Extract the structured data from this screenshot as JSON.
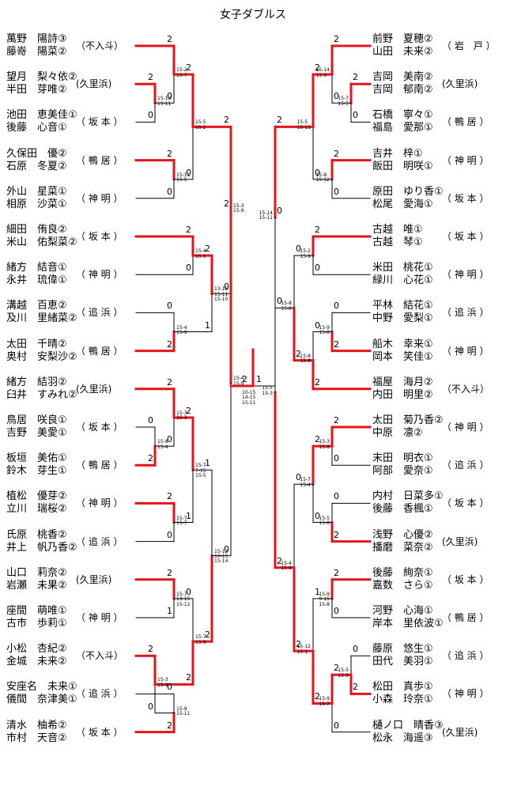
{
  "title": "女子ダブルス",
  "left": [
    {
      "p1": "萬野　陽詩③",
      "p2": "藤嵜　陽菜②",
      "school": "（不入斗）"
    },
    {
      "p1": "望月　梨々依②",
      "p2": "半田　芽唯②",
      "school": "(久里浜)"
    },
    {
      "p1": "池田　恵美佳①",
      "p2": "後藤　心音①",
      "school": "（ 坂 本 ）"
    },
    {
      "p1": "久保田　優②",
      "p2": "石原　冬夏②",
      "school": "（ 鴨 居 ）"
    },
    {
      "p1": "外山　星菜①",
      "p2": "相原　沙菜①",
      "school": "（ 神 明 ）"
    },
    {
      "p1": "細田　侑良②",
      "p2": "米山　佑梨菜②",
      "school": "（ 坂 本 ）"
    },
    {
      "p1": "緒方　結音①",
      "p2": "永井　琉偉①",
      "school": "（ 神 明 ）"
    },
    {
      "p1": "溝越　百恵②",
      "p2": "及川　里緒菜②",
      "school": "（ 追 浜 ）"
    },
    {
      "p1": "太田　千晴②",
      "p2": "奥村　安梨沙②",
      "school": "（ 鴨 居 ）"
    },
    {
      "p1": "緒方　結羽②",
      "p2": "臼井　すみれ②",
      "school": "(久里浜)"
    },
    {
      "p1": "鳥居　咲良①",
      "p2": "吉野　美愛①",
      "school": "（ 坂 本 ）"
    },
    {
      "p1": "板垣　美佑①",
      "p2": "鈴木　芽生①",
      "school": "（ 鴨 居 ）"
    },
    {
      "p1": "植松　優芽②",
      "p2": "立川　瑞桜②",
      "school": "（ 神 明 ）"
    },
    {
      "p1": "氏原　桃香②",
      "p2": "井上　帆乃香②",
      "school": "（ 追 浜 ）"
    },
    {
      "p1": "山口　莉奈②",
      "p2": "岩瀬　未果②",
      "school": "(久里浜)"
    },
    {
      "p1": "座間　萌唯①",
      "p2": "古市　歩莉①",
      "school": "（ 神 明 ）"
    },
    {
      "p1": "小松　杏紀②",
      "p2": "金城　未来②",
      "school": "（不入斗）"
    },
    {
      "p1": "安座名　未来①",
      "p2": "儀間　奈津美①",
      "school": "（ 追 浜 ）"
    },
    {
      "p1": "清水　柚希②",
      "p2": "市村　天音②",
      "school": "（ 坂 本 ）"
    }
  ],
  "right": [
    {
      "p1": "前野　夏穂②",
      "p2": "山田　未来②",
      "school": "（ 岩　戸 ）"
    },
    {
      "p1": "吉岡　美南②",
      "p2": "吉岡　郁南②",
      "school": "(久里浜)"
    },
    {
      "p1": "石橋　寧々①",
      "p2": "福島　愛那①",
      "school": "（ 鴨 居 ）"
    },
    {
      "p1": "吉井　梓①",
      "p2": "飯田　明咲①",
      "school": "（ 神 明 ）"
    },
    {
      "p1": "原田　ゆり香①",
      "p2": "松尾　愛海①",
      "school": "（ 坂 本 ）"
    },
    {
      "p1": "古越　唯①",
      "p2": "古越　琴①",
      "school": "（ 坂 本 ）"
    },
    {
      "p1": "米田　桃花①",
      "p2": "緑川　心花①",
      "school": "（ 神 明 ）"
    },
    {
      "p1": "平林　結花①",
      "p2": "中野　愛梨①",
      "school": "（ 追 浜 ）"
    },
    {
      "p1": "船木　幸来①",
      "p2": "岡本　笑佳①",
      "school": "（ 神 明 ）"
    },
    {
      "p1": "福屋　海月②",
      "p2": "内田　明里②",
      "school": "（不入斗）"
    },
    {
      "p1": "太田　菊乃香②",
      "p2": "中原　凛②",
      "school": "（ 神 明 ）"
    },
    {
      "p1": "末田　明衣①",
      "p2": "阿部　愛奈①",
      "school": "（ 追 浜 ）"
    },
    {
      "p1": "内村　日菜多①",
      "p2": "後藤　香楓①",
      "school": "（ 坂 本 ）"
    },
    {
      "p1": "浅野　心優②",
      "p2": "播磨　菜奈②",
      "school": "(久里浜)"
    },
    {
      "p1": "後藤　絢奈①",
      "p2": "嘉数　さら①",
      "school": "（ 坂 本 ）"
    },
    {
      "p1": "河野　心海①",
      "p2": "岸本　里依波①",
      "school": "（ 鴨 居 ）"
    },
    {
      "p1": "藤原　悠生①",
      "p2": "田代　美羽①",
      "school": "（ 追 浜 ）"
    },
    {
      "p1": "松田　真歩①",
      "p2": "小森　玲奈①",
      "school": "（ 神 明 ）"
    },
    {
      "p1": "樋ノ口　晴香③",
      "p2": "松永　海遥③",
      "school": "(久里浜)"
    }
  ],
  "colors": {
    "win": "#e4141b",
    "loss": "#000000"
  },
  "matches": [
    {
      "id": "L1",
      "pts": [
        "2",
        "0"
      ],
      "sc": "15-2\n15-7"
    },
    {
      "id": "L2",
      "pts": [
        "2",
        "0"
      ],
      "sc": "15-13\n15-11"
    },
    {
      "id": "L3",
      "pts": [
        "2",
        "0"
      ],
      "sc": "15-5\n15-2"
    },
    {
      "id": "L4",
      "pts": [
        "2",
        "0"
      ],
      "sc": "15-11\n15-5"
    },
    {
      "id": "L5",
      "pts": [
        "2",
        "0"
      ],
      "sc": "15-4\n15-5"
    },
    {
      "id": "L6",
      "pts": [
        "2",
        "1"
      ],
      "sc": "13-15\n15-11\n15-10"
    },
    {
      "id": "L7",
      "pts": [
        "0",
        "2"
      ],
      "sc": "15-4\n15-9"
    },
    {
      "id": "L8",
      "pts": [
        "2",
        "0"
      ],
      "sc": "15-3\n15-9"
    },
    {
      "id": "L9",
      "pts": [
        "2",
        "0"
      ],
      "sc": "15-3\n15-3"
    },
    {
      "id": "L10",
      "pts": [
        "0",
        "2"
      ],
      "sc": "15-8\n15-4"
    },
    {
      "id": "L11",
      "pts": [
        "2",
        "1"
      ],
      "sc": "15-7\n7-15\n15-5"
    },
    {
      "id": "L12",
      "pts": [
        "2",
        "0"
      ],
      "sc": "15-7\n15-7"
    },
    {
      "id": "L13",
      "pts": [
        "1",
        "2"
      ],
      "sc": "15-12\n10-15\n15-14"
    },
    {
      "id": "L14",
      "pts": [
        "2",
        "1"
      ],
      "sc": "15-7\n13-15\n15-12"
    },
    {
      "id": "L15",
      "pts": [
        "0",
        "2"
      ],
      "sc": "15-7\n15-9"
    },
    {
      "id": "L16",
      "pts": [
        "2",
        "0"
      ],
      "sc": "15-3\n15-9"
    },
    {
      "id": "L17",
      "pts": [
        "0",
        "2"
      ],
      "sc": "15-9\n15-11"
    },
    {
      "id": "L18",
      "pts": [
        "2",
        "0"
      ],
      "sc": "15-4\n15-9"
    },
    {
      "id": "F",
      "pts": [
        "2",
        "1"
      ],
      "sc": "10-15\n14-15\n15-11"
    },
    {
      "id": "R1",
      "pts": [
        "2",
        "0"
      ],
      "sc": "15-14\n15-9"
    },
    {
      "id": "R2",
      "pts": [
        "2",
        "0"
      ],
      "sc": "15-7\n15-5"
    },
    {
      "id": "R3",
      "pts": [
        "2",
        "0"
      ],
      "sc": "15-5\n15-11"
    },
    {
      "id": "R4",
      "pts": [
        "2",
        "0"
      ],
      "sc": "15-8\n15-12"
    },
    {
      "id": "R5",
      "pts": [
        "2",
        "0"
      ],
      "sc": "15-14\n15-11"
    },
    {
      "id": "R6",
      "pts": [
        "2",
        "0"
      ],
      "sc": "15-2\n15-9"
    },
    {
      "id": "R7",
      "pts": [
        "0",
        "2"
      ],
      "sc": "15-8\n15-8"
    },
    {
      "id": "R8",
      "pts": [
        "0",
        "2"
      ],
      "sc": "15-9\n15-8"
    },
    {
      "id": "R9",
      "pts": [
        "0",
        "2"
      ],
      "sc": "15-8\n15-9"
    },
    {
      "id": "R10",
      "pts": [
        "0",
        "2"
      ],
      "sc": "15-5\n15-3"
    },
    {
      "id": "R11",
      "pts": [
        "2",
        "0"
      ],
      "sc": "15-3\n15-8"
    },
    {
      "id": "R12",
      "pts": [
        "2",
        "0"
      ],
      "sc": "15-7\n15-4"
    },
    {
      "id": "R13",
      "pts": [
        "0",
        "2"
      ],
      "sc": "15-5\n15-8"
    },
    {
      "id": "R14",
      "pts": [
        "2",
        "0"
      ],
      "sc": "15-9\n9-15\n15-8"
    },
    {
      "id": "R15",
      "pts": [
        "0",
        "2"
      ],
      "sc": "15-4\n15-9"
    },
    {
      "id": "R16",
      "pts": [
        "0",
        "2"
      ],
      "sc": "15-5\n15-9"
    },
    {
      "id": "R17",
      "pts": [
        "1",
        "2"
      ],
      "sc": "15-12\n15-1"
    },
    {
      "id": "R18",
      "pts": [
        "2",
        "0"
      ],
      "sc": "15-9\n15-7"
    }
  ]
}
